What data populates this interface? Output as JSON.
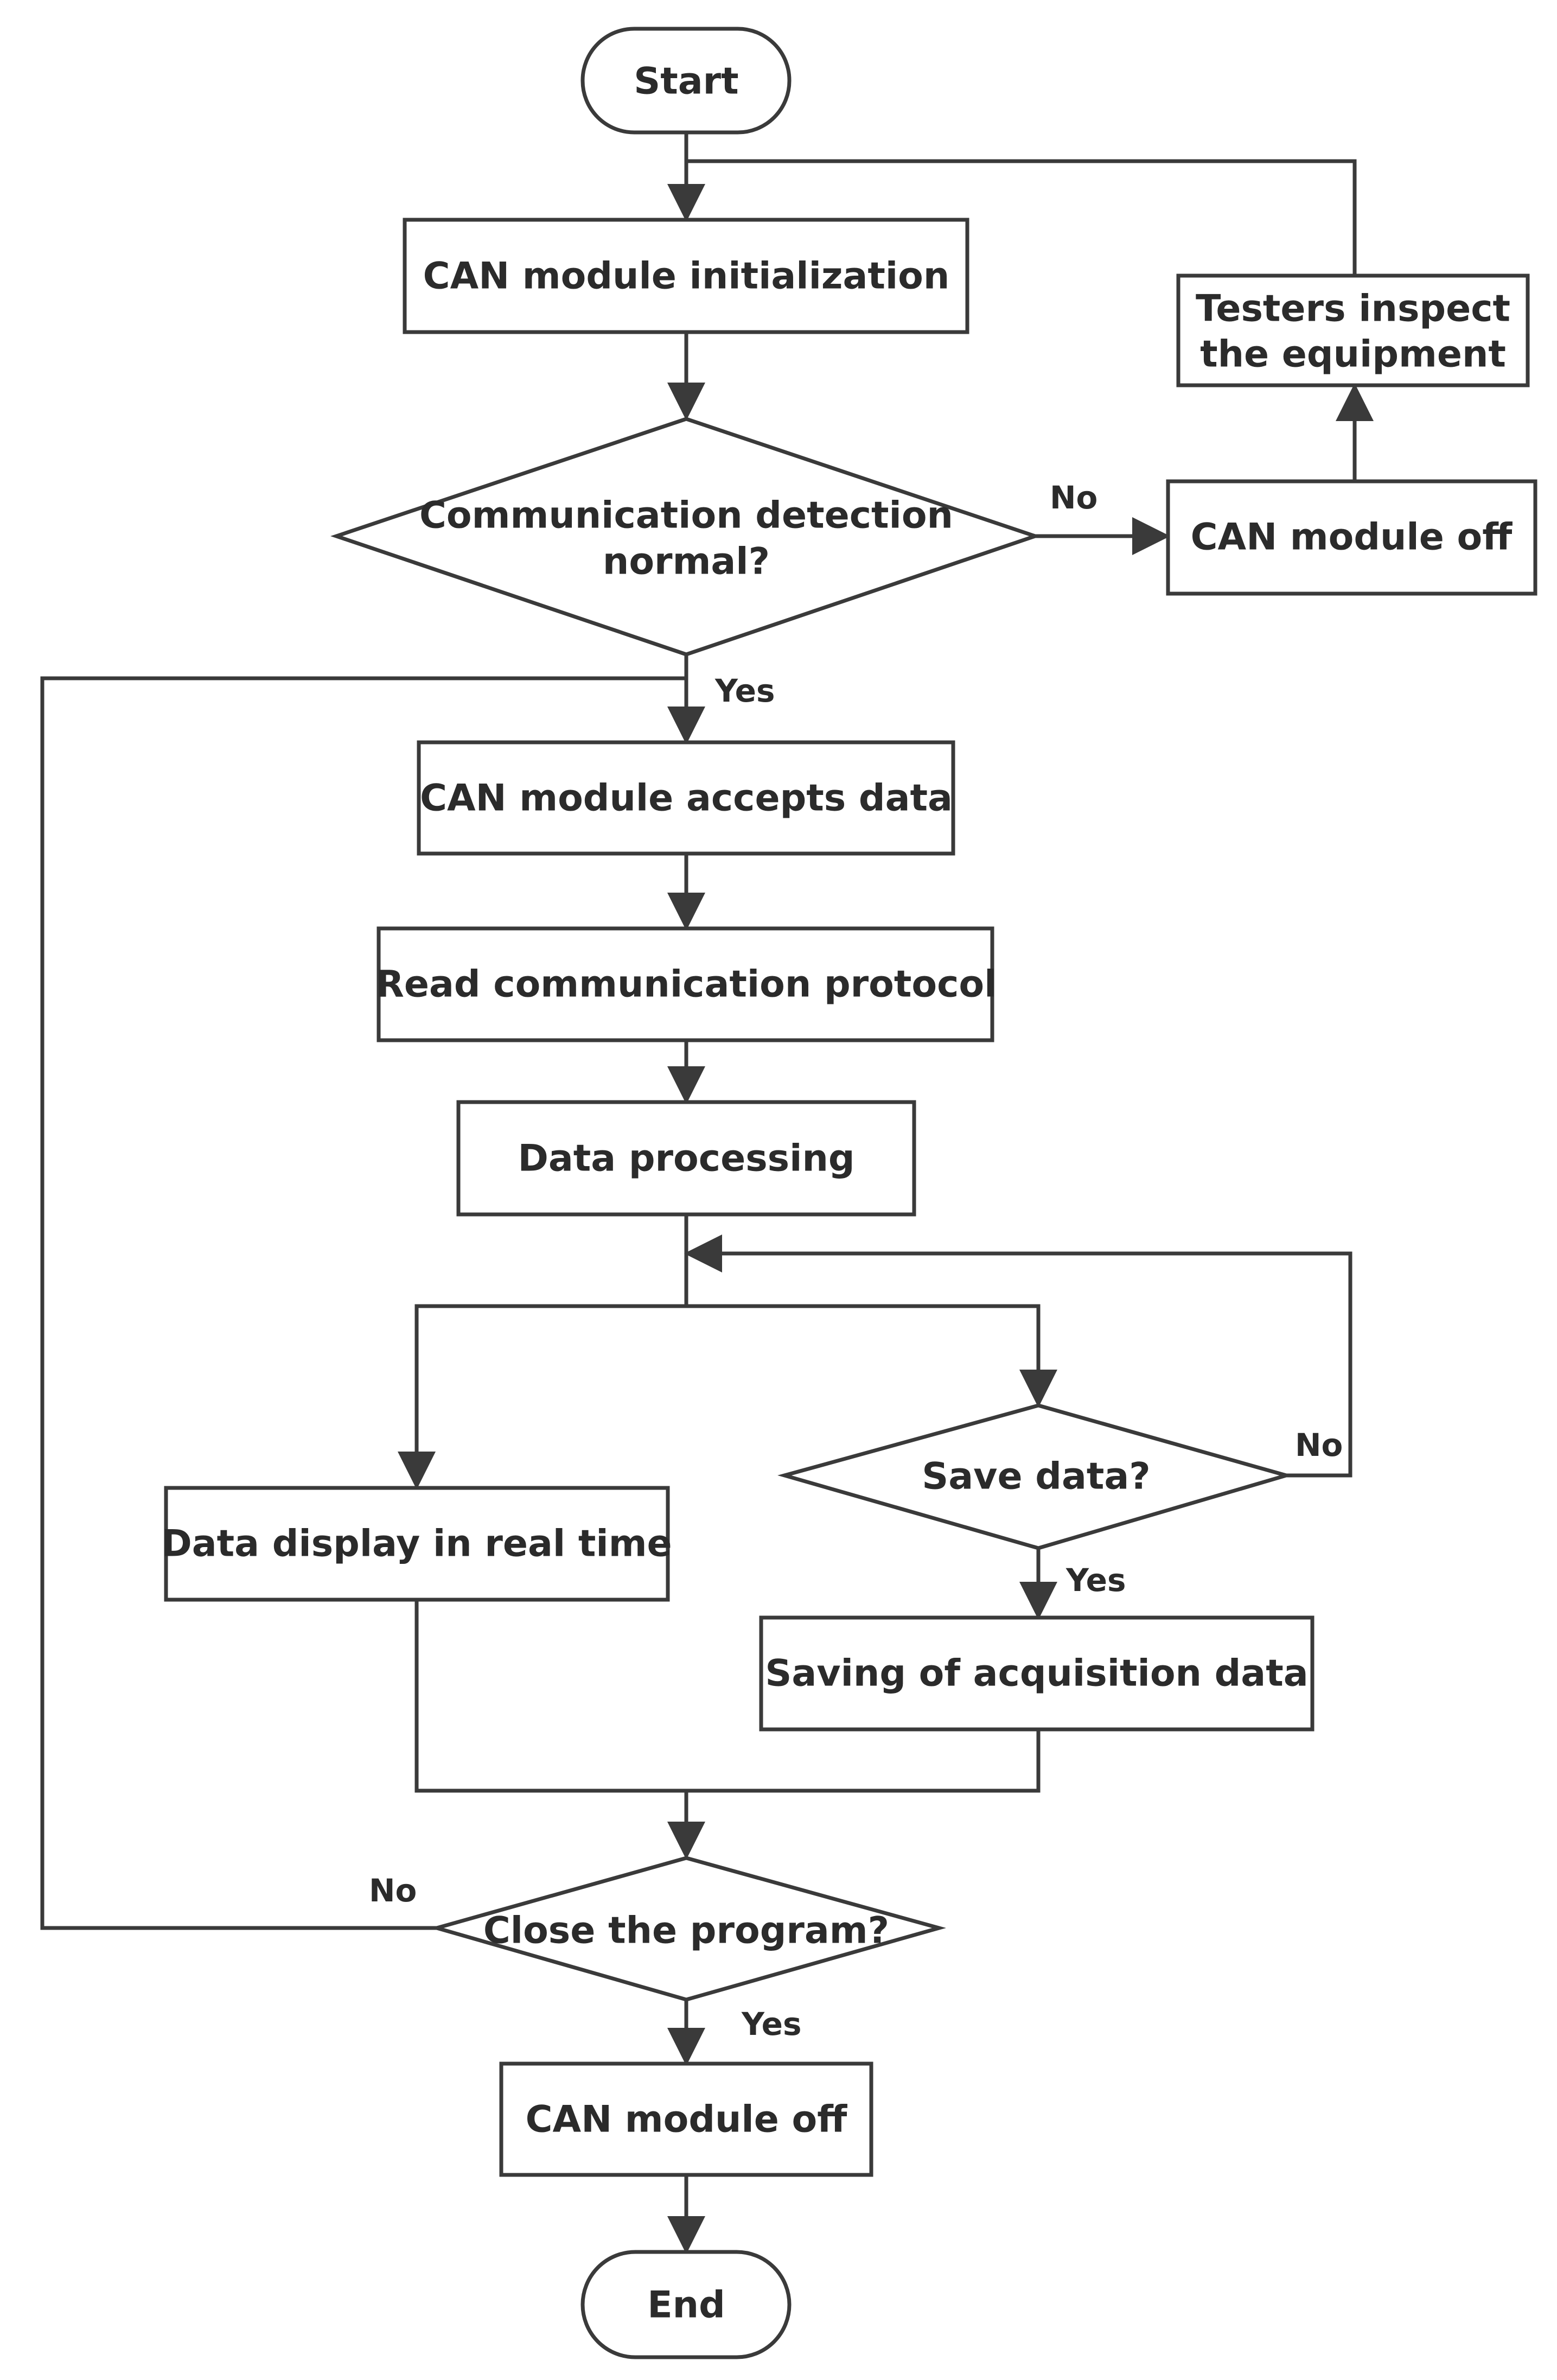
{
  "nodes": {
    "start": "Start",
    "init": "CAN module initialization",
    "detect": [
      "Communication detection",
      "normal?"
    ],
    "off_error": "CAN module off",
    "inspect": [
      "Testers inspect",
      "the equipment"
    ],
    "accept": "CAN module accepts data",
    "read_protocol": "Read communication protocol",
    "processing": "Data processing",
    "display": "Data display in real time",
    "save_q": "Save data?",
    "saving": "Saving of acquisition data",
    "close_q": "Close the program?",
    "off_final": "CAN module off",
    "end": "End"
  },
  "edge_labels": {
    "detect_no": "No",
    "detect_yes": "Yes",
    "save_no": "No",
    "save_yes": "Yes",
    "close_no": "No",
    "close_yes": "Yes"
  },
  "colors": {
    "stroke": "#3a3a3a",
    "text": "#2b2b2b",
    "background": "#ffffff"
  }
}
